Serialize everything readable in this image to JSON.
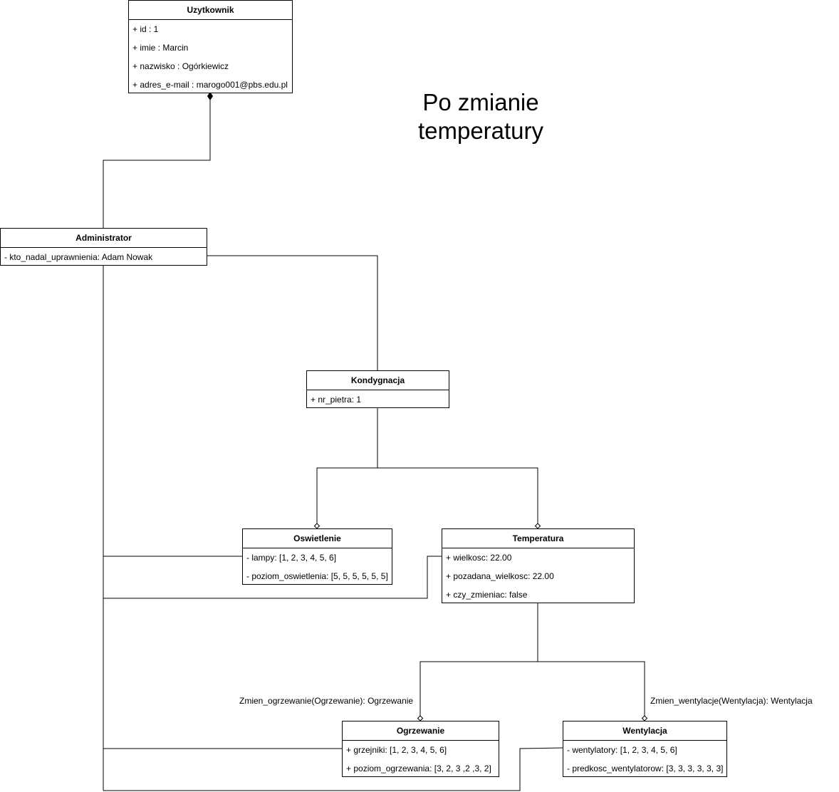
{
  "title": [
    "Po zmianie",
    "temperatury"
  ],
  "classes": {
    "uzytkownik": {
      "name": "Uzytkownik",
      "attributes": [
        "+ id : 1",
        "+ imie : Marcin",
        "+ nazwisko : Ogórkiewicz",
        "+ adres_e-mail : marogo001@pbs.edu.pl"
      ]
    },
    "administrator": {
      "name": "Administrator",
      "attributes": [
        "- kto_nadal_uprawnienia: Adam Nowak"
      ]
    },
    "kondygnacja": {
      "name": "Kondygnacja",
      "attributes": [
        "+ nr_pietra: 1"
      ]
    },
    "oswietlenie": {
      "name": "Oswietlenie",
      "attributes": [
        "- lampy: [1, 2, 3, 4, 5, 6]",
        "- poziom_oswietlenia: [5, 5, 5, 5, 5, 5]"
      ]
    },
    "temperatura": {
      "name": "Temperatura",
      "attributes": [
        "+ wielkosc: 22.00",
        "+ pozadana_wielkosc: 22.00",
        "+ czy_zmieniac: false"
      ]
    },
    "ogrzewanie": {
      "name": "Ogrzewanie",
      "attributes": [
        "+ grzejniki: [1, 2, 3, 4, 5, 6]",
        "+ poziom_ogrzewania: [3, 2, 3 ,2 ,3, 2]"
      ]
    },
    "wentylacja": {
      "name": "Wentylacja",
      "attributes": [
        "- wentylatory: [1, 2, 3, 4, 5, 6]",
        "- predkosc_wentylatorow: [3, 3, 3, 3, 3, 3]"
      ]
    }
  },
  "labels": {
    "ogrzewanie": "Zmien_ogrzewanie(Ogrzewanie): Ogrzewanie",
    "wentylacja": "Zmien_wentylacje(Wentylacja): Wentylacja"
  }
}
